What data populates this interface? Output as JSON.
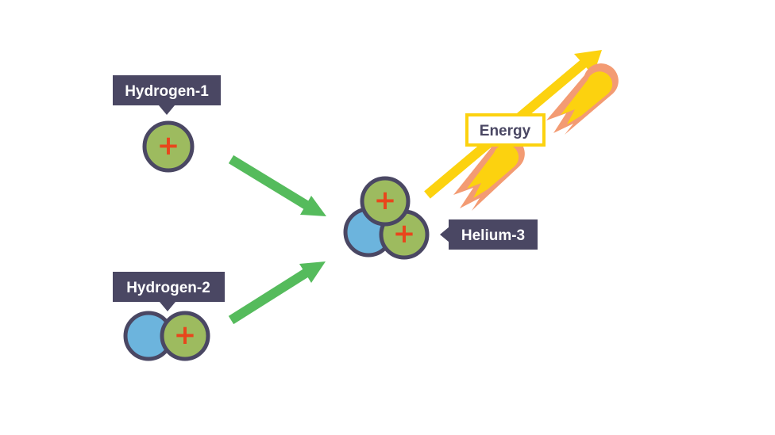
{
  "labels": {
    "hydrogen1": "Hydrogen-1",
    "hydrogen2": "Hydrogen-2",
    "helium3": "Helium-3",
    "energy": "Energy"
  },
  "symbols": {
    "proton": "+"
  },
  "colors": {
    "proton_fill": "#9dbb5f",
    "neutron_fill": "#6cb4dd",
    "particle_outline": "#4a4763",
    "plus_sign": "#e8461c",
    "label_bg": "#4a4763",
    "label_text": "#ffffff",
    "reaction_arrow": "#55bb5c",
    "energy_arrow": "#fcd20f",
    "flame_outer": "#f39b73",
    "flame_inner": "#fcd20f"
  }
}
